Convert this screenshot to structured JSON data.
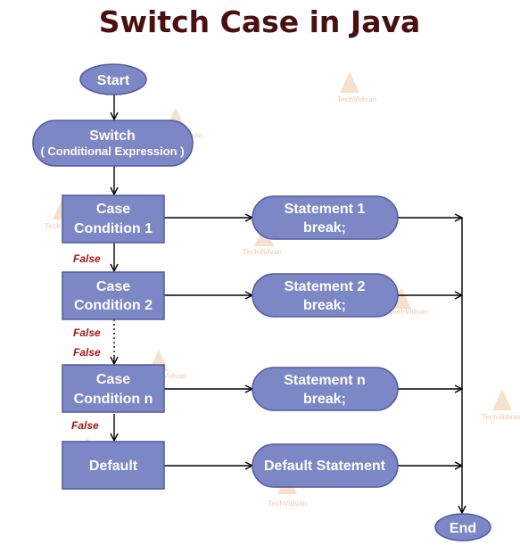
{
  "title": "Switch Case in Java",
  "watermark": "TechVidvan",
  "nodes": {
    "start": "Start",
    "switch_line1": "Switch",
    "switch_line2": "( Conditional Expression )",
    "case1_line1": "Case",
    "case1_line2": "Condition 1",
    "case2_line1": "Case",
    "case2_line2": "Condition 2",
    "casen_line1": "Case",
    "casen_line2": "Condition n",
    "default": "Default",
    "stmt1_line1": "Statement 1",
    "stmt1_line2": "break;",
    "stmt2_line1": "Statement 2",
    "stmt2_line2": "break;",
    "stmtn_line1": "Statement n",
    "stmtn_line2": "break;",
    "default_stmt": "Default Statement",
    "end": "End"
  },
  "labels": {
    "false1": "False",
    "false2": "False",
    "false3": "False",
    "false4": "False"
  },
  "colors": {
    "node_fill": "#7c87c6",
    "node_stroke": "#4e5aa2",
    "title": "#4a0f10",
    "false_label": "#a21818",
    "watermark": "#f0c6a3"
  }
}
